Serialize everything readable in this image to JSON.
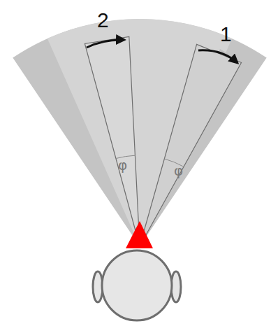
{
  "diagram": {
    "labels": [
      "2",
      "1",
      "φ",
      "φ"
    ]
  }
}
